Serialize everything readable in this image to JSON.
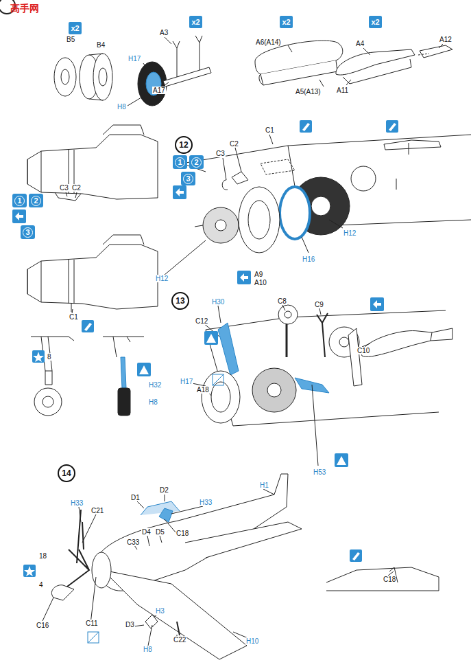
{
  "diagram": {
    "nodes": [
      {
        "text": [
          "x2"
        ]
      },
      {
        "text": [
          "x2"
        ]
      },
      {
        "text": [
          "x2"
        ]
      },
      {
        "text": [
          "x2"
        ]
      },
      {
        "text": [
          "1"
        ]
      },
      {
        "text": [
          "2"
        ]
      },
      {
        "text": [
          "3"
        ]
      },
      {
        "text": [
          "12"
        ]
      },
      {
        "text": [
          "1"
        ]
      },
      {
        "text": [
          "2"
        ]
      },
      {
        "text": [
          "3"
        ]
      },
      {
        "text": [
          "13"
        ]
      },
      {
        "text": [
          "14"
        ]
      }
    ],
    "labels": [
      "高手网",
      "B5",
      "B4",
      "H17",
      "H8",
      "A3",
      "A17",
      "A6(A14)",
      "A5(A13)",
      "A4",
      "A12",
      "A11",
      "C3",
      "C2",
      "C1",
      "8",
      "H32",
      "H8",
      "C1",
      "C2",
      "C3",
      "H12",
      "H16",
      "H12",
      "A9",
      "A10",
      "H30",
      "C8",
      "C12",
      "C9",
      "C10",
      "H17",
      "A18",
      "H53",
      "H1",
      "D1",
      "D2",
      "H33",
      "H33",
      "C21",
      "D4",
      "D5",
      "C18",
      "C33",
      "18",
      "4",
      "C16",
      "C11",
      "H3",
      "D3",
      "C22",
      "H8",
      "H10",
      "C18"
    ]
  }
}
